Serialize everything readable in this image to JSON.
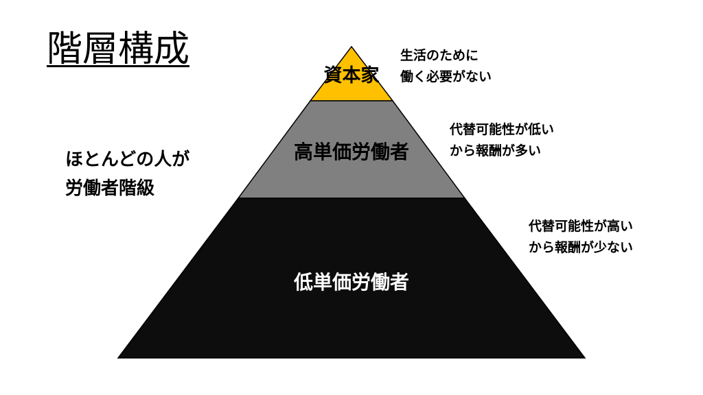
{
  "title": "階層構成",
  "side_note": [
    "ほとんどの人が",
    "労働者階級"
  ],
  "levels": [
    {
      "label": "資本家",
      "note": [
        "生活のために",
        "働く必要がない"
      ],
      "color": "#FFC000",
      "text_color": "#000000"
    },
    {
      "label": "高単価労働者",
      "note": [
        "代替可能性が低い",
        "から報酬が多い"
      ],
      "color": "#808080",
      "text_color": "#000000"
    },
    {
      "label": "低単価労働者",
      "note": [
        "代替可能性が高い",
        "から報酬が少ない"
      ],
      "color": "#0D0D0D",
      "text_color": "#FFFFFF"
    }
  ]
}
